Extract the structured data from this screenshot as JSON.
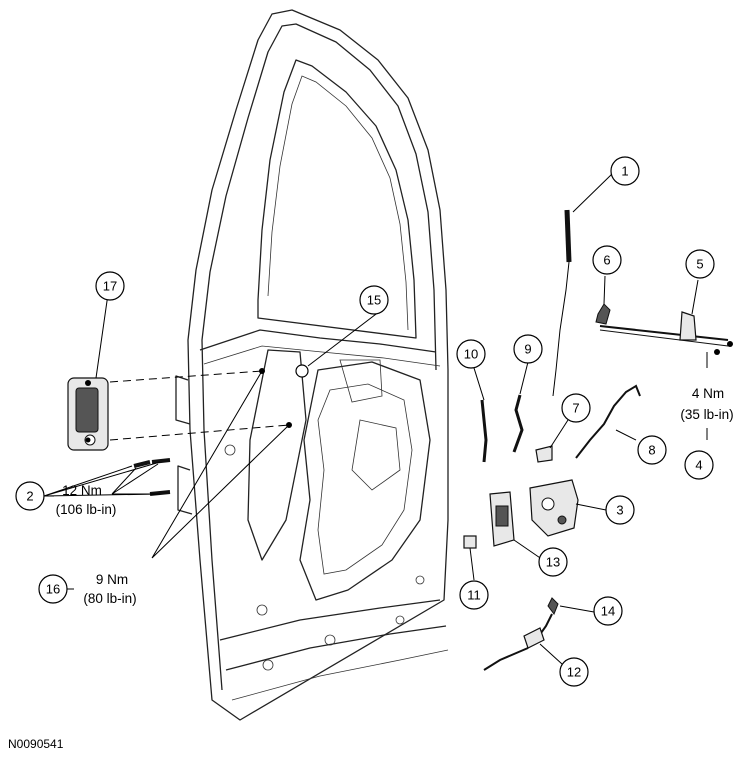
{
  "figure_id": "N0090541",
  "callouts": [
    "1",
    "2",
    "3",
    "4",
    "5",
    "6",
    "7",
    "8",
    "9",
    "10",
    "11",
    "12",
    "13",
    "14",
    "15",
    "16",
    "17"
  ],
  "torque": {
    "t2_nm": "12 Nm",
    "t2_lbin": "(106 lb-in)",
    "t4_nm": "4 Nm",
    "t4_lbin": "(35 lb-in)",
    "t16_nm": "9 Nm",
    "t16_lbin": "(80 lb-in)"
  }
}
